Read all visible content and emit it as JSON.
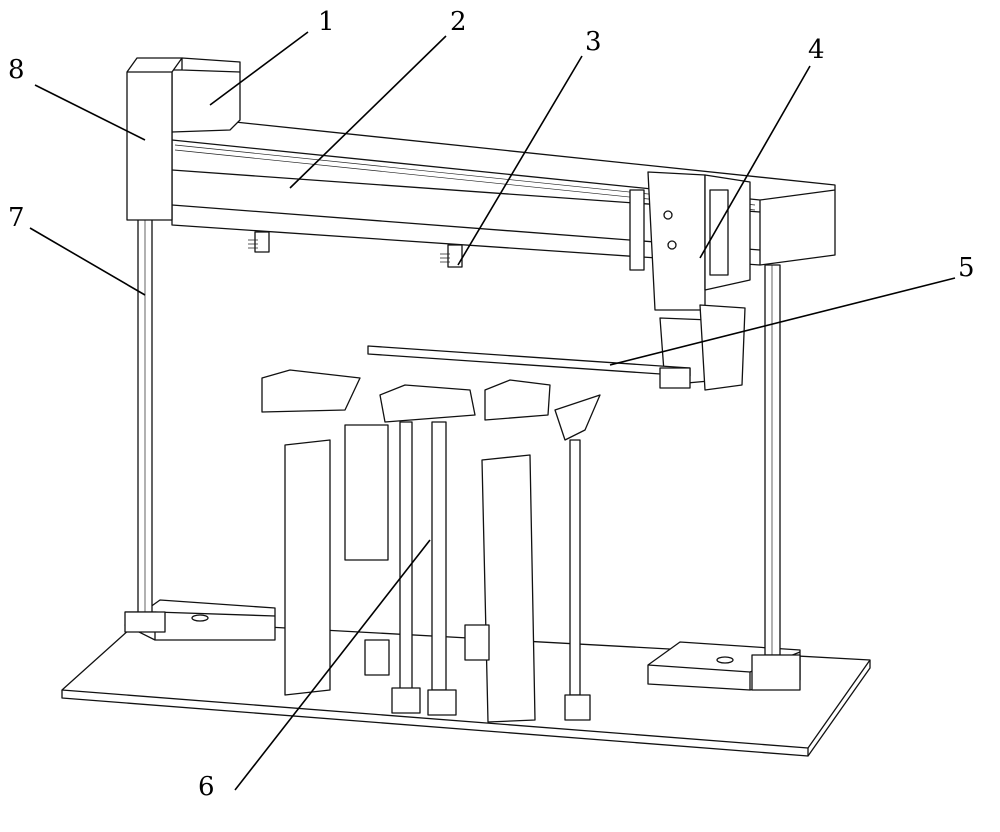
{
  "figure": {
    "callouts": [
      {
        "id": "1",
        "label": "1"
      },
      {
        "id": "2",
        "label": "2"
      },
      {
        "id": "3",
        "label": "3"
      },
      {
        "id": "4",
        "label": "4"
      },
      {
        "id": "5",
        "label": "5"
      },
      {
        "id": "6",
        "label": "6"
      },
      {
        "id": "7",
        "label": "7"
      },
      {
        "id": "8",
        "label": "8"
      }
    ]
  }
}
